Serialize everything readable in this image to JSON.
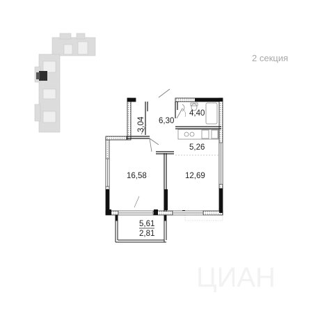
{
  "section": {
    "label": "2 секция"
  },
  "rooms": [
    {
      "id": "corridor-small",
      "area": "3,04"
    },
    {
      "id": "hallway",
      "area": "6,30"
    },
    {
      "id": "bathroom",
      "area": "4,40"
    },
    {
      "id": "kitchen",
      "area": "5,26"
    },
    {
      "id": "living-room",
      "area": "16,58"
    },
    {
      "id": "bedroom",
      "area": "12,69"
    },
    {
      "id": "balcony-total",
      "area": "5,61"
    },
    {
      "id": "balcony-reduced",
      "area": "2,81"
    }
  ],
  "watermark": {
    "text": "ЦИАН"
  },
  "colors": {
    "wall": "#1a1a1a",
    "wall_hatch": "#bdbdbd",
    "fixture": "#8a8a8a",
    "text": "#222222",
    "section_label": "#a9a9a9",
    "keyplan": "#d6d6d6",
    "keyplan_highlight": "#333333"
  }
}
